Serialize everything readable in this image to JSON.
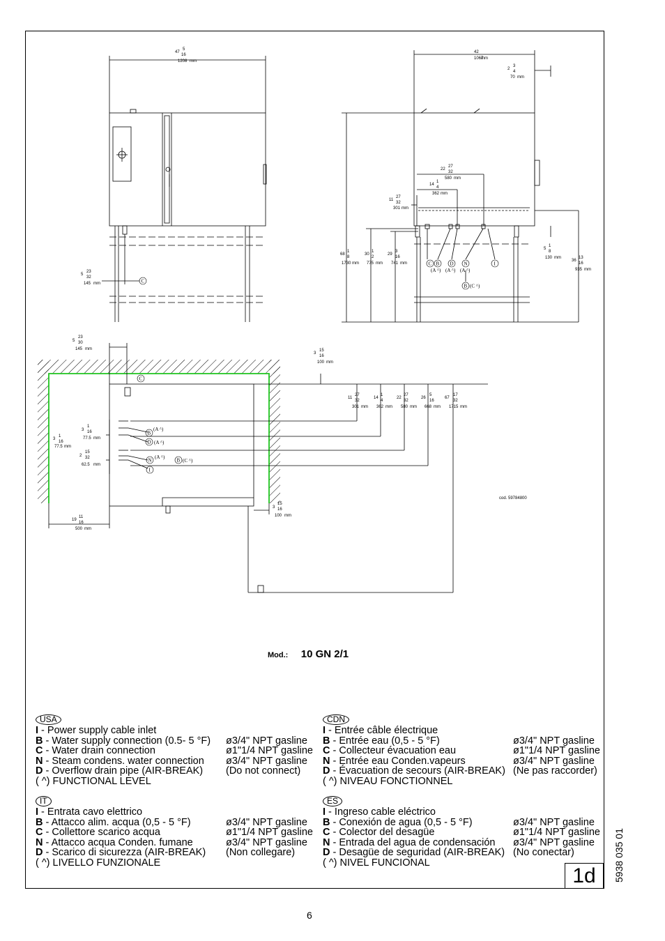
{
  "model": {
    "label": "Mod.:",
    "value": "10 GN 2/1"
  },
  "drawing_code": "cod. 59784800",
  "page_number": "6",
  "page_box": "1d",
  "doc_code": "5938 035 01",
  "dims": {
    "top_width_in": "47",
    "top_width_num": "5",
    "top_width_den": "16",
    "top_width_mm": "1208",
    "mm": "mm",
    "side_width_in": "42",
    "side_width_mm": "1067",
    "side_off_in": "2",
    "side_off_num": "3",
    "side_off_den": "4",
    "side_off_mm": "70",
    "d22_in": "22",
    "d22_num": "27",
    "d22_den": "32",
    "d22_mm": "580",
    "d14_in": "14",
    "d14_num": "1",
    "d14_den": "4",
    "d14_mm": "362",
    "d11_in": "11",
    "d11_num": "27",
    "d11_den": "32",
    "d11_mm": "301",
    "h68_in": "68",
    "h68_num": "1",
    "h68_den": "8",
    "h68_mm": "1730",
    "h30_in": "30",
    "h30_num": "1",
    "h30_den": "2",
    "h30_mm": "775",
    "h29_in": "29",
    "h29_num": "3",
    "h29_den": "16",
    "h29_mm": "741",
    "h5_in": "5",
    "h5_num": "1",
    "h5_den": "8",
    "h5_mm": "130",
    "h36_in": "36",
    "h36_num": "13",
    "h36_den": "16",
    "h36_mm": "935",
    "c5_in": "5",
    "c5_num": "23",
    "c5_den": "32",
    "c5_mm": "145",
    "p5_in": "5",
    "p5_num": "23",
    "p5_den": "30",
    "p5_mm": "145",
    "p3_in": "3",
    "p3_num": "15",
    "p3_den": "16",
    "p3_mm": "100",
    "b11_in": "11",
    "b11_num": "27",
    "b11_den": "32",
    "b11_mm": "301",
    "b14_in": "14",
    "b14_num": "1",
    "b14_den": "4",
    "b14_mm": "362",
    "b22_in": "22",
    "b22_num": "27",
    "b22_den": "32",
    "b22_mm": "580",
    "b26_in": "26",
    "b26_num": "5",
    "b26_den": "16",
    "b26_mm": "668",
    "b67_in": "67",
    "b67_num": "17",
    "b67_den": "32",
    "b67_mm": "1715",
    "l3a_in": "3",
    "l3a_num": "1",
    "l3a_den": "16",
    "l3a_mm": "77.5",
    "l3b_in": "3",
    "l3b_num": "1",
    "l3b_den": "16",
    "l3b_mm": "77.5",
    "l2_in": "2",
    "l2_num": "15",
    "l2_den": "32",
    "l2_mm": "62.5",
    "l19_in": "19",
    "l19_num": "11",
    "l19_den": "16",
    "l19_mm": "500",
    "r3_in": "3",
    "r3_num": "15",
    "r3_den": "16",
    "r3_mm": "100"
  },
  "conn": {
    "C": "C",
    "B": "B",
    "D": "D",
    "N": "N",
    "I": "I",
    "A": "(A ^)",
    "CC": "(C ^)"
  },
  "legends": {
    "usa": {
      "badge": "USA",
      "rows": [
        {
          "key": "I",
          "text": " - Power supply cable inlet",
          "spec": ""
        },
        {
          "key": "B",
          "text": " - Water supply connection (0.5- 5 °F)",
          "spec": "ø3/4\"  NPT gasline"
        },
        {
          "key": "C",
          "text": " - Water drain connection",
          "spec": "ø1\"1/4 NPT gasline"
        },
        {
          "key": "N",
          "text": " - Steam condens. water connection",
          "spec": "ø3/4\"  NPT gasline"
        },
        {
          "key": "D",
          "text": " - Overflow drain pipe (AIR-BREAK)",
          "spec": "(Do not connect)"
        },
        {
          "key": "",
          "text": "( ^)   FUNCTIONAL LEVEL",
          "spec": ""
        }
      ]
    },
    "cdn": {
      "badge": "CDN",
      "rows": [
        {
          "key": "I",
          "text": " - Entrée câble électrique",
          "spec": ""
        },
        {
          "key": "B",
          "text": " - Entrée eau (0,5 - 5 °F)",
          "spec": "ø3/4\"  NPT gasline"
        },
        {
          "key": "C",
          "text": " - Collecteur évacuation eau",
          "spec": "ø1\"1/4 NPT gasline"
        },
        {
          "key": "N",
          "text": " - Entrée eau Conden.vapeurs",
          "spec": "ø3/4\"  NPT gasline"
        },
        {
          "key": "D",
          "text": " - Évacuation de secours (AIR-BREAK)",
          "spec": "(Ne pas raccorder)"
        },
        {
          "key": "",
          "text": "( ^)   NIVEAU FONCTIONNEL",
          "spec": ""
        }
      ]
    },
    "it": {
      "badge": "IT",
      "rows": [
        {
          "key": "I",
          "text": " - Entrata cavo elettrico",
          "spec": ""
        },
        {
          "key": "B",
          "text": " - Attacco alim. acqua (0,5 - 5 °F)",
          "spec": "ø3/4\"  NPT gasline"
        },
        {
          "key": "C",
          "text": " - Collettore scarico acqua",
          "spec": "ø1\"1/4 NPT gasline"
        },
        {
          "key": "N",
          "text": " - Attacco acqua Conden.  fumane",
          "spec": "ø3/4\"  NPT gasline"
        },
        {
          "key": "D",
          "text": " - Scarico di sicurezza (AIR-BREAK)",
          "spec": "(Non  collegare)"
        },
        {
          "key": "",
          "text": "( ^)   LIVELLO FUNZIONALE",
          "spec": ""
        }
      ]
    },
    "es": {
      "badge": "ES",
      "rows": [
        {
          "key": "I",
          "text": " - Ingreso cable eléctrico",
          "spec": ""
        },
        {
          "key": "B",
          "text": " - Conexión de agua (0,5 - 5 °F)",
          "spec": "ø3/4\"  NPT gasline"
        },
        {
          "key": "C",
          "text": " - Colector del desagüe",
          "spec": "ø1\"1/4 NPT gasline"
        },
        {
          "key": "N",
          "text": " - Entrada del agua de condensación",
          "spec": "ø3/4\"  NPT gasline"
        },
        {
          "key": "D",
          "text": " - Desagüe de seguridad (AIR-BREAK)",
          "spec": "(No conectar)"
        },
        {
          "key": "",
          "text": "( ^)   NIVEL FUNCIONAL",
          "spec": ""
        }
      ]
    }
  }
}
